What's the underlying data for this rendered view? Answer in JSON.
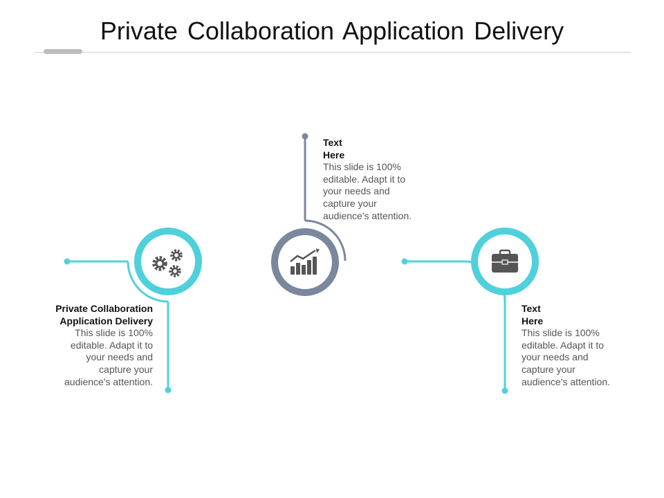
{
  "title": "Private Collaboration Application Delivery",
  "colors": {
    "accent": "#4FD1DC",
    "slate": "#7A879C",
    "icon": "#555555",
    "heading": "#111111",
    "body": "#555555"
  },
  "nodes": {
    "left": {
      "icon": "gears-icon",
      "heading": [
        "Private Collaboration",
        "Application Delivery"
      ],
      "body": [
        "This slide is 100%",
        "editable. Adapt it to",
        "your needs and",
        "capture your",
        "audience's attention."
      ]
    },
    "center": {
      "icon": "growth-chart-icon",
      "heading": [
        "Text",
        "Here"
      ],
      "body": [
        "This slide is 100%",
        "editable. Adapt it to",
        "your needs and",
        "capture your",
        "audience's attention."
      ]
    },
    "right": {
      "icon": "briefcase-icon",
      "heading": [
        "Text",
        "Here"
      ],
      "body": [
        "This slide is 100%",
        "editable. Adapt it to",
        "your needs and",
        "capture your",
        "audience's attention."
      ]
    }
  }
}
